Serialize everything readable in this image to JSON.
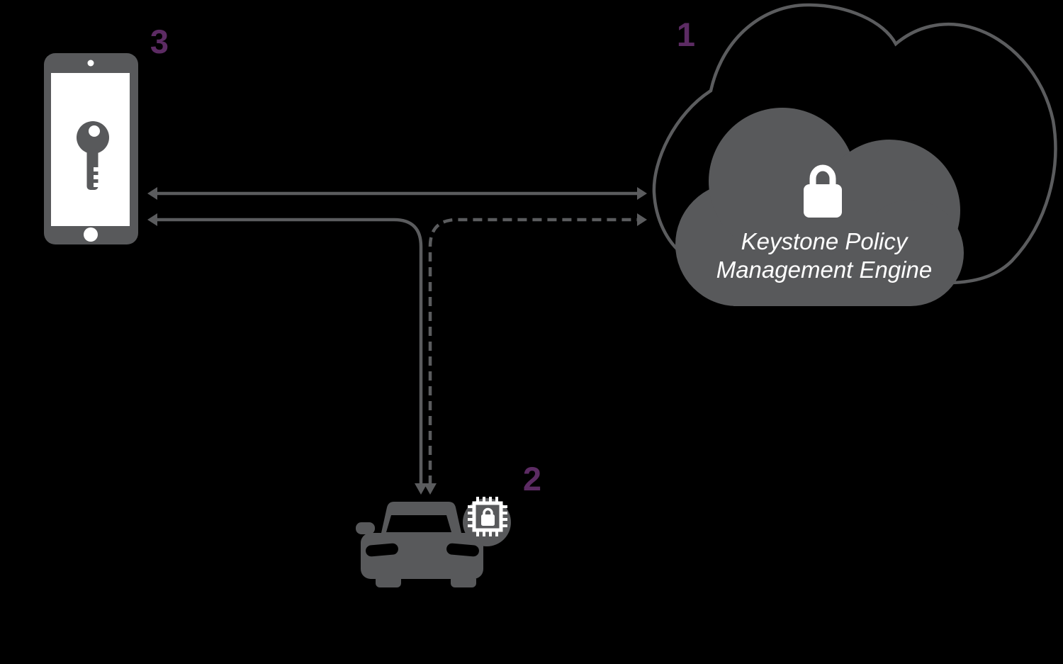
{
  "title": "Keystone digital key policy diagram",
  "colors": {
    "background": "#000000",
    "shape_gray": "#58595B",
    "line_gray": "#5B5C5E",
    "accent_purple": "#5C2B63",
    "white": "#FFFFFF"
  },
  "nodes": {
    "cloud": {
      "step_number": "1",
      "label_line1": "Keystone Policy",
      "label_line2": "Management Engine",
      "icon": "padlock-icon"
    },
    "vehicle": {
      "step_number": "2",
      "icon": "secure-chip-icon"
    },
    "phone": {
      "step_number": "3",
      "icon": "key-icon"
    }
  },
  "connections": [
    {
      "from": "phone",
      "to": "cloud",
      "line_style": "solid",
      "arrowheads": "both"
    },
    {
      "from": "phone",
      "to": "vehicle",
      "line_style": "solid",
      "arrowheads": "both"
    },
    {
      "from": "cloud",
      "to": "vehicle",
      "line_style": "dashed",
      "arrowheads": "both"
    }
  ]
}
